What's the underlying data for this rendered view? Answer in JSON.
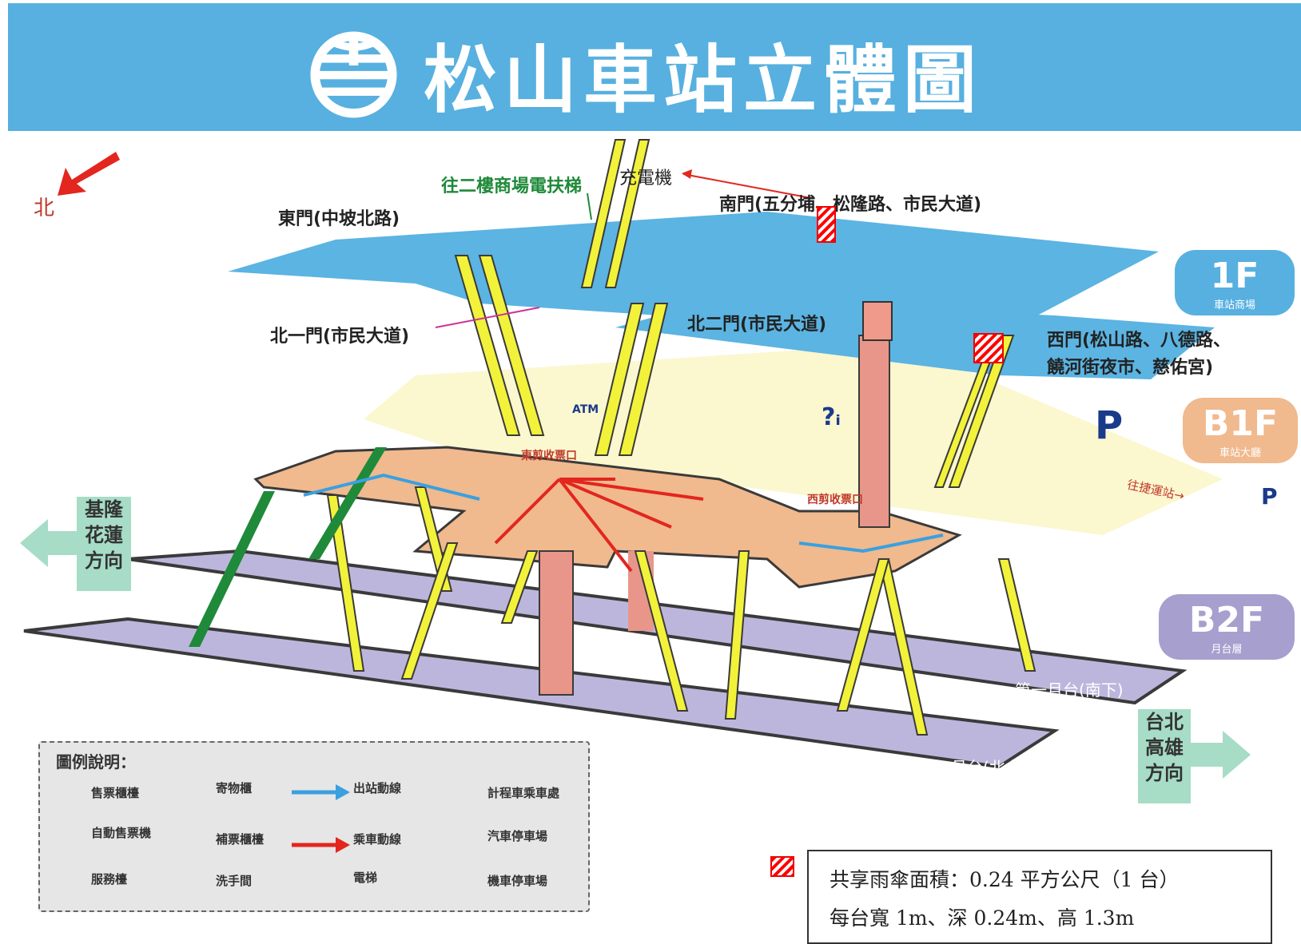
{
  "title": "松山車站立體圖",
  "north_label": "北",
  "floors": {
    "f1": {
      "big": "1F",
      "small": "車站商場"
    },
    "b1": {
      "big": "B1F",
      "small": "車站大廳"
    },
    "b2": {
      "big": "B2F",
      "small": "月台層"
    }
  },
  "labels": {
    "escalator_2f": "往二樓商場電扶梯",
    "charger": "充電機",
    "east_gate": "東門(中坡北路)",
    "south_gate": "南門(五分埔、松隆路、市民大道)",
    "north1_gate": "北一門(市民大道)",
    "north2_gate": "北二門(市民大道)",
    "west_gate_1": "西門(松山路、八德路、",
    "west_gate_2": "饒河街夜市、慈佑宮)",
    "east_ticket": "東剪收票口",
    "west_ticket": "西剪收票口",
    "to_mrt": "往捷運站→",
    "atm": "ATM",
    "platform1": "第一月台(南下)",
    "platform2": "第二月台(北上)"
  },
  "directions": {
    "left": [
      "基隆",
      "花蓮",
      "方向"
    ],
    "right": [
      "台北",
      "高雄",
      "方向"
    ]
  },
  "legend": {
    "title": "圖例說明：",
    "items": [
      {
        "icon": "ticket-counter-icon",
        "label": "售票櫃檯"
      },
      {
        "icon": "locker-icon",
        "label": "寄物櫃"
      },
      {
        "icon": "exit-route-icon",
        "label": "出站動線"
      },
      {
        "icon": "taxi-icon",
        "label": "計程車乘車處"
      },
      {
        "icon": "ticket-machine-icon",
        "label": "自動售票機"
      },
      {
        "icon": "fare-adjust-icon",
        "label": "補票櫃檯"
      },
      {
        "icon": "boarding-route-icon",
        "label": "乘車動線"
      },
      {
        "icon": "car-parking-icon",
        "label": "汽車停車場"
      },
      {
        "icon": "service-desk-icon",
        "label": "服務檯"
      },
      {
        "icon": "restroom-icon",
        "label": "洗手間"
      },
      {
        "icon": "elevator-icon",
        "label": "電梯"
      },
      {
        "icon": "motorcycle-parking-icon",
        "label": "機車停車場"
      }
    ]
  },
  "note": {
    "line1": "共享雨傘面積：0.24 平方公尺（1 台）",
    "line2": "每台寬 1m、深 0.24m、高 1.3m"
  },
  "colors": {
    "banner": "#57b0df",
    "floor_1f": "#5bb4e2",
    "floor_b1f": "#fbf7cf",
    "concourse": "#f0b98e",
    "platform": "#bdb6dc",
    "escalator": "#f2f23a",
    "exit_route": "#3aa0e0",
    "boarding_route": "#e3261e"
  }
}
